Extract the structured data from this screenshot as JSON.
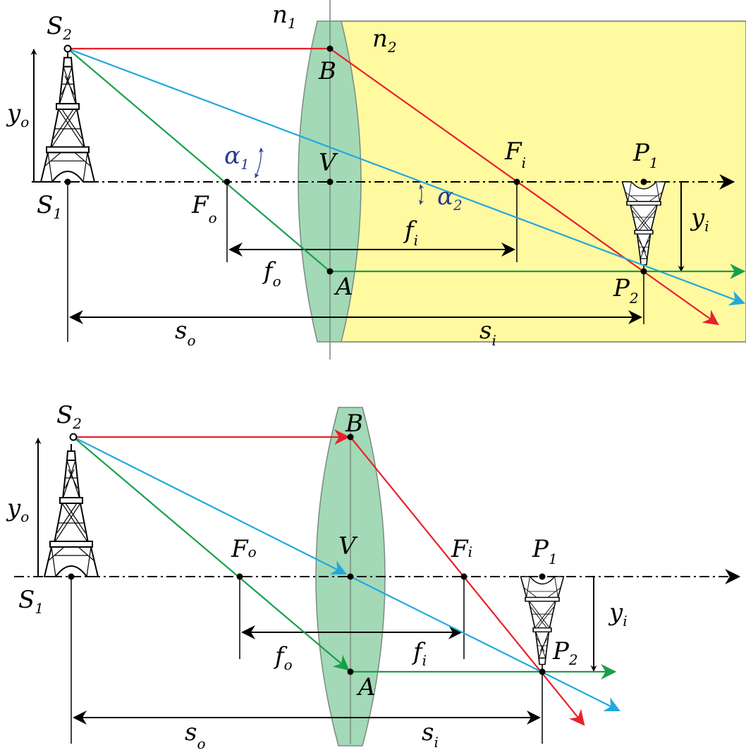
{
  "colors": {
    "background": "#ffffff",
    "medium_fill": "#fff9a0",
    "lens_fill": "#a3d9b6",
    "lens_stroke": "#7a8a80",
    "ray_parallel": "#e8202a",
    "ray_chief": "#22a8e0",
    "ray_focal": "#16a04a",
    "axis": "#000000",
    "angle_label": "#2a3a8f"
  },
  "icons": {
    "object": "eiffel-tower-icon",
    "image": "inverted-eiffel-tower-icon"
  },
  "top_diagram": {
    "S2": {
      "base": "S",
      "sub": "2"
    },
    "S1": {
      "base": "S",
      "sub": "1"
    },
    "yo": {
      "base": "y",
      "sub": "o"
    },
    "n1": {
      "base": "n",
      "sub": "1"
    },
    "n2": {
      "base": "n",
      "sub": "2"
    },
    "B": "B",
    "V": "V",
    "A": "A",
    "alpha1": {
      "base": "α",
      "sub": "1"
    },
    "alpha2": {
      "base": "α",
      "sub": "2"
    },
    "Fo": {
      "base": "F",
      "sub": "o"
    },
    "Fi": {
      "base": "F",
      "sub": "i"
    },
    "fi": {
      "base": "f",
      "sub": "i"
    },
    "fo": {
      "base": "f",
      "sub": "o"
    },
    "P1": {
      "base": "P",
      "sub": "1"
    },
    "P2": {
      "base": "P",
      "sub": "2"
    },
    "yi": {
      "base": "y",
      "sub": "i"
    },
    "so": {
      "base": "s",
      "sub": "o"
    },
    "si": {
      "base": "s",
      "sub": "i"
    }
  },
  "bottom_diagram": {
    "S2": {
      "base": "S",
      "sub": "2"
    },
    "S1": {
      "base": "S",
      "sub": "1"
    },
    "yo": {
      "base": "y",
      "sub": "o"
    },
    "B": "B",
    "V": "V",
    "A": "A",
    "Fo": {
      "base": "F",
      "sub": "o"
    },
    "Fi": {
      "base": "F",
      "sub": "i"
    },
    "fo": {
      "base": "f",
      "sub": "o"
    },
    "fi": {
      "base": "f",
      "sub": "i"
    },
    "P1": {
      "base": "P",
      "sub": "1"
    },
    "P2": {
      "base": "P",
      "sub": "2"
    },
    "yi": {
      "base": "y",
      "sub": "i"
    },
    "so": {
      "base": "s",
      "sub": "o"
    },
    "si": {
      "base": "s",
      "sub": "i"
    }
  }
}
